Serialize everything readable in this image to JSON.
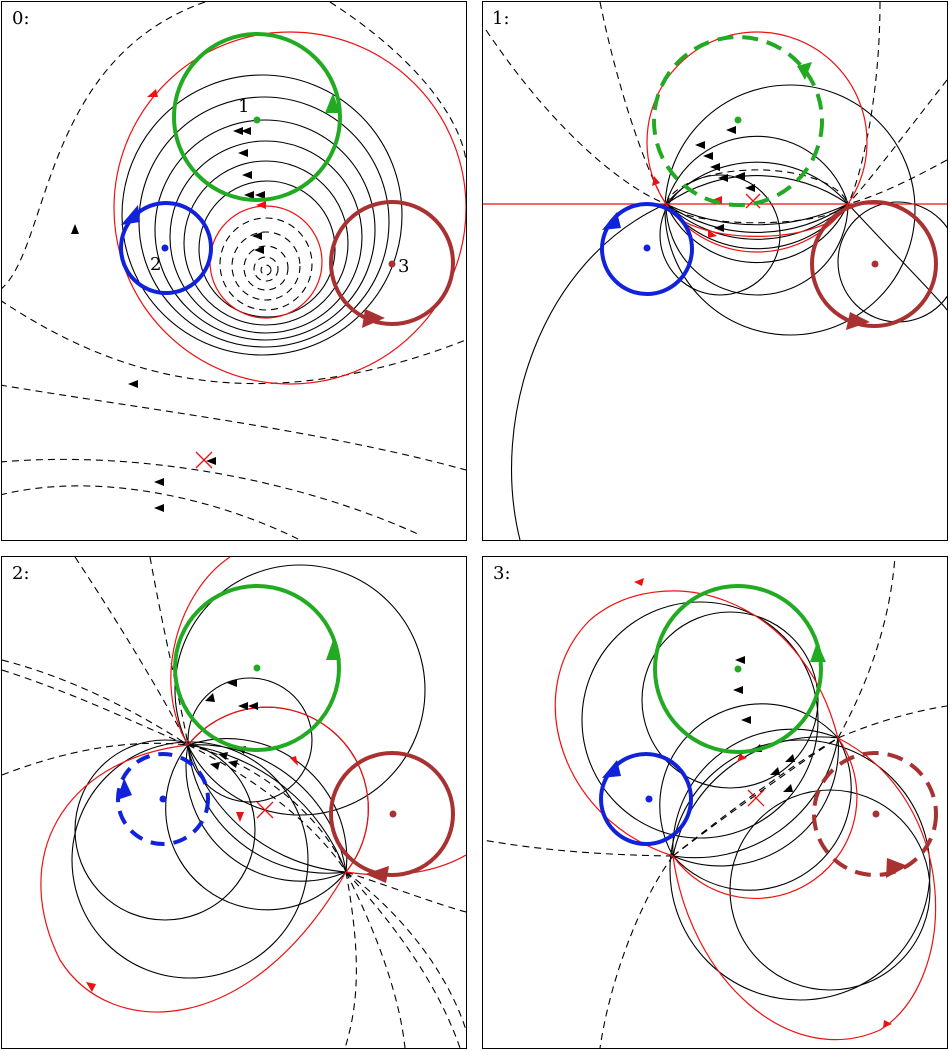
{
  "figure": {
    "panels": [
      {
        "label": "0:"
      },
      {
        "label": "1:"
      },
      {
        "label": "2:"
      },
      {
        "label": "3:"
      }
    ],
    "point_labels": [
      "1",
      "2",
      "3"
    ]
  },
  "colors": {
    "flow": "#000000",
    "separatrix": "#ee1111",
    "circle_1": "#22aa22",
    "circle_2": "#1122dd",
    "circle_3": "#a83232"
  },
  "icons": {
    "stagnation_point": "red-cross-icon",
    "direction": "arrowhead-icon"
  }
}
